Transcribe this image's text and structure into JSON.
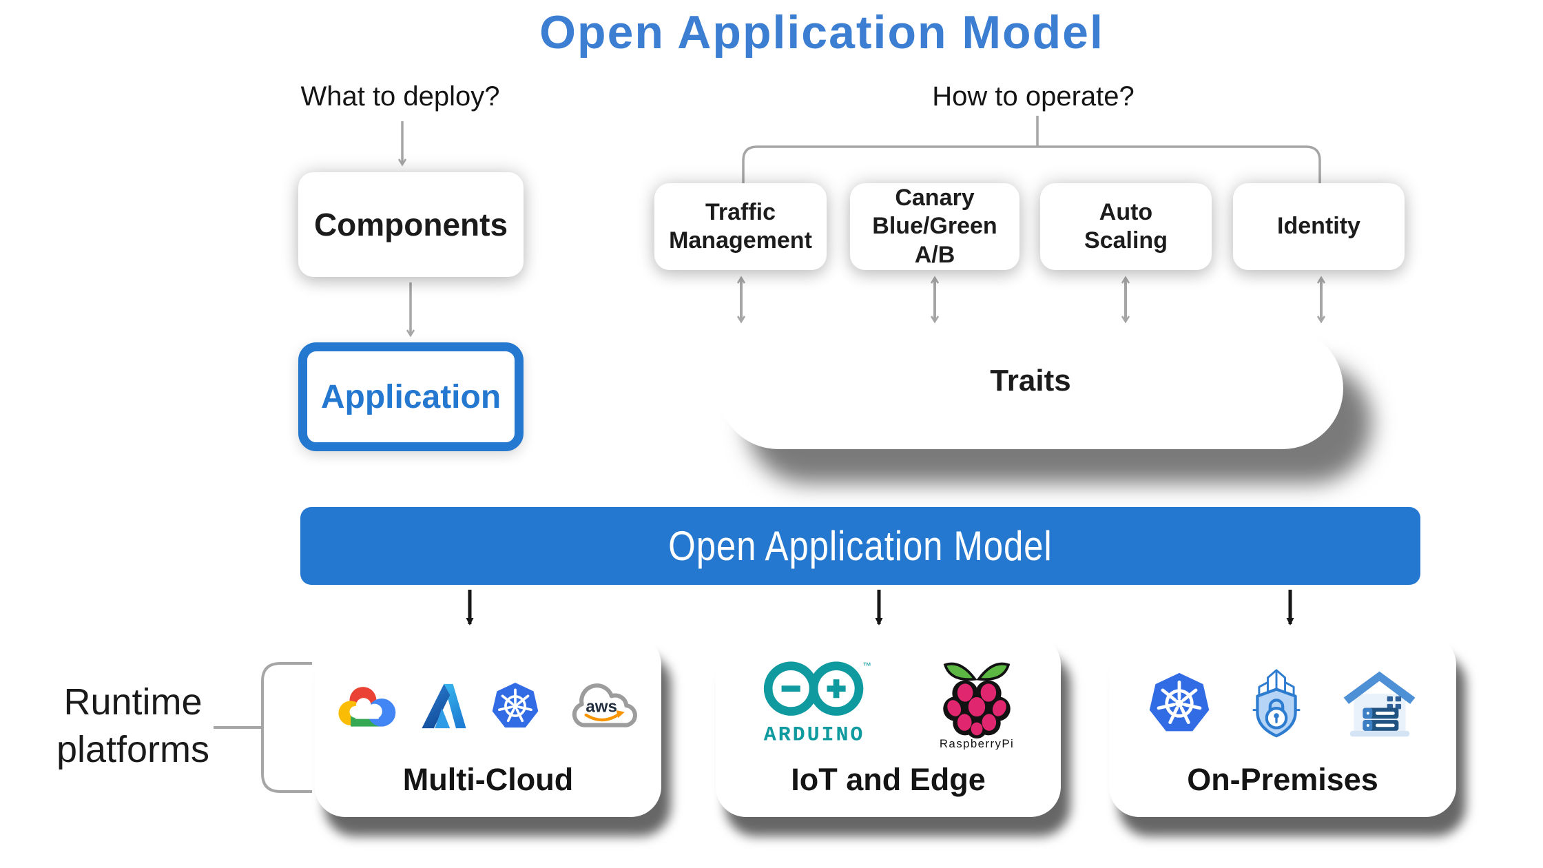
{
  "title": "Open Application Model",
  "deploy": {
    "question": "What to deploy?",
    "components": "Components",
    "application": "Application"
  },
  "operate": {
    "question": "How to operate?",
    "trait_boxes": [
      "Traffic\nManagement",
      "Canary\nBlue/Green\nA/B",
      "Auto\nScaling",
      "Identity"
    ],
    "traits": "Traits"
  },
  "oam_bar": "Open Application Model",
  "runtime": {
    "label": "Runtime\nplatforms",
    "cards": [
      {
        "name": "Multi-Cloud",
        "icons": [
          "google-cloud",
          "azure",
          "kubernetes",
          "aws"
        ]
      },
      {
        "name": "IoT and Edge",
        "icons": [
          "arduino",
          "raspberry-pi"
        ]
      },
      {
        "name": "On-Premises",
        "icons": [
          "kubernetes",
          "security-shield",
          "datacenter-building"
        ]
      }
    ]
  },
  "logos": {
    "aws": "aws",
    "arduino": "ARDUINO",
    "arduino_tm": "™",
    "raspberry_pi": "RaspberryPi"
  },
  "colors": {
    "title_blue": "#3b7ed2",
    "accent_blue": "#2478d0",
    "connector_gray": "#a6a6a6",
    "text_dark": "#1c1c1c",
    "kubernetes_blue": "#326ce5",
    "arduino_teal": "#0f9aa0",
    "raspberry_magenta": "#e0266e",
    "aws_navy": "#232f3e",
    "aws_orange": "#f79400",
    "gcp_red": "#ea4335",
    "gcp_yellow": "#fbbc05",
    "gcp_green": "#34a853",
    "gcp_blue": "#4285f4"
  }
}
